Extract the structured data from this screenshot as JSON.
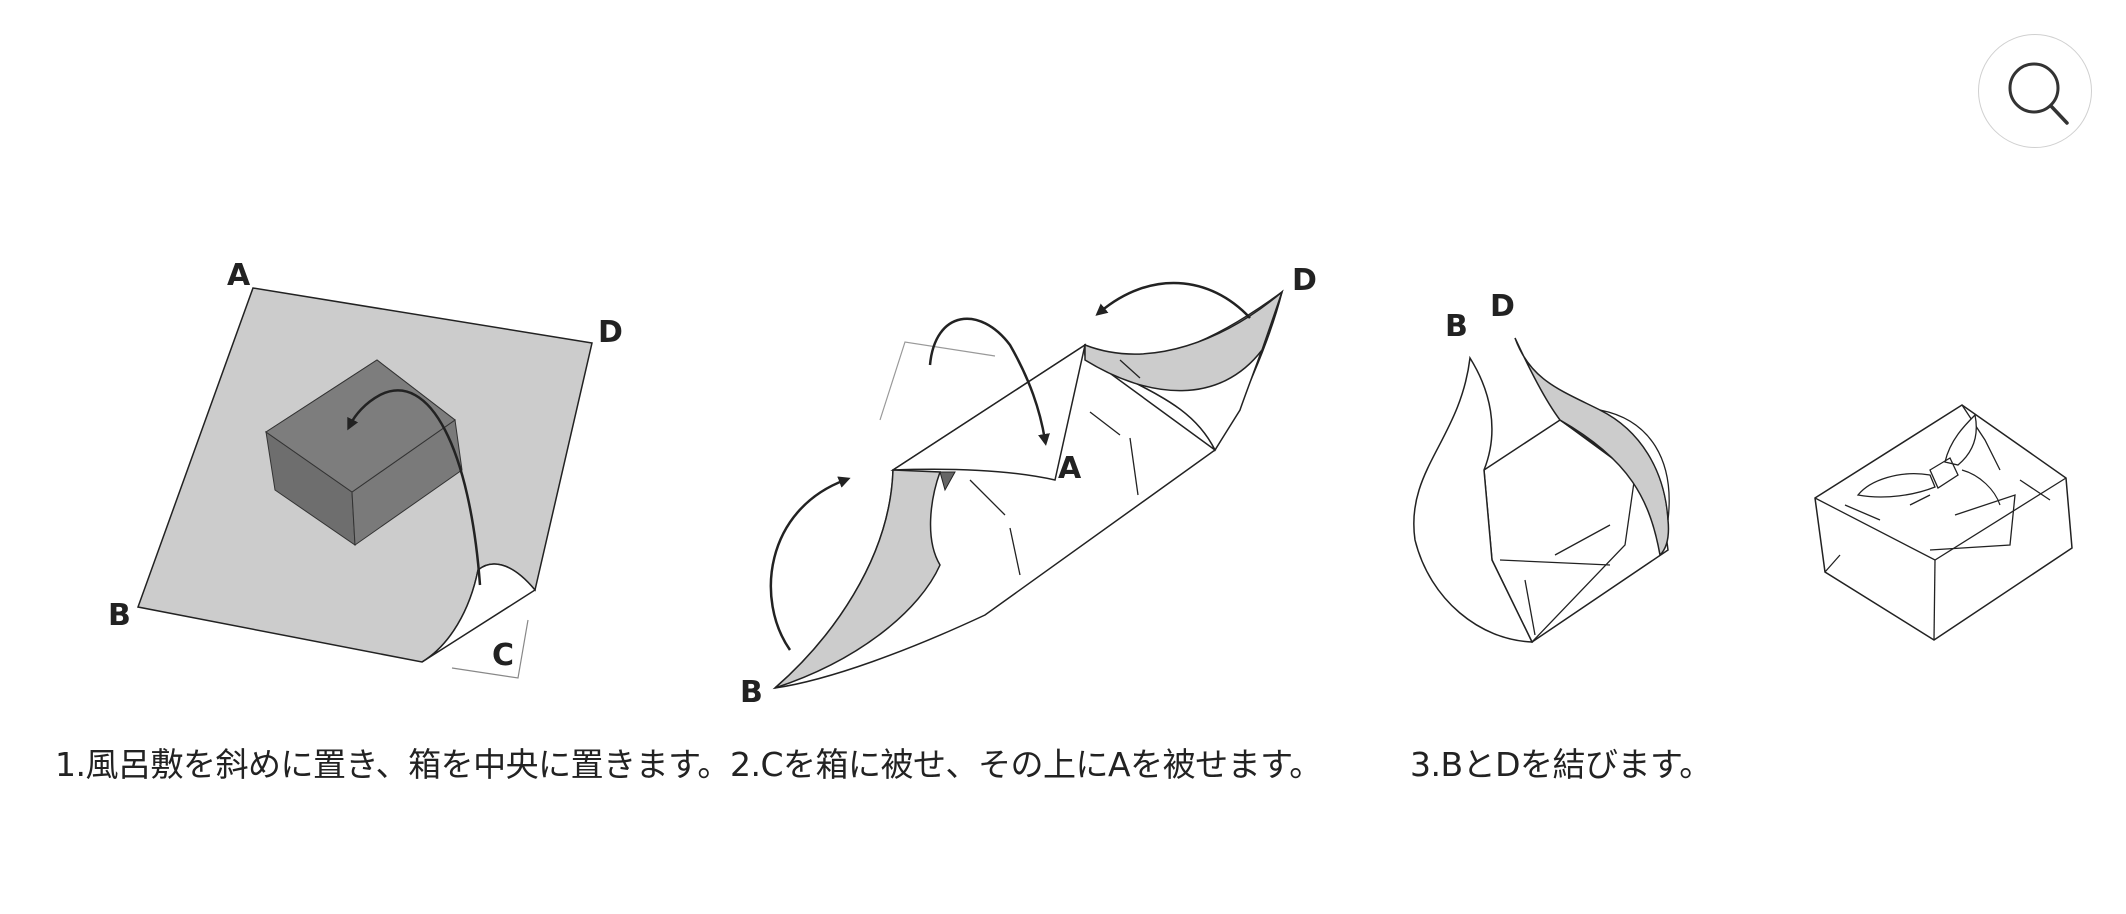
{
  "search": {
    "icon": "search-icon",
    "label": ""
  },
  "steps": [
    {
      "caption": "1.風呂敷を斜めに置き、箱を中央に置きます。",
      "labels": {
        "a": "A",
        "b": "B",
        "c": "C",
        "d": "D"
      }
    },
    {
      "caption": "2.Cを箱に被せ、その上にAを被せます。",
      "labels": {
        "a": "A",
        "b": "B",
        "d": "D"
      }
    },
    {
      "caption": "3.BとDを結びます。",
      "labels": {
        "b": "B",
        "d": "D"
      }
    }
  ],
  "colors": {
    "cloth": "#cccccc",
    "box_top": "#7a7a7a",
    "box_side": "#6b6b6b",
    "line": "#222222"
  }
}
